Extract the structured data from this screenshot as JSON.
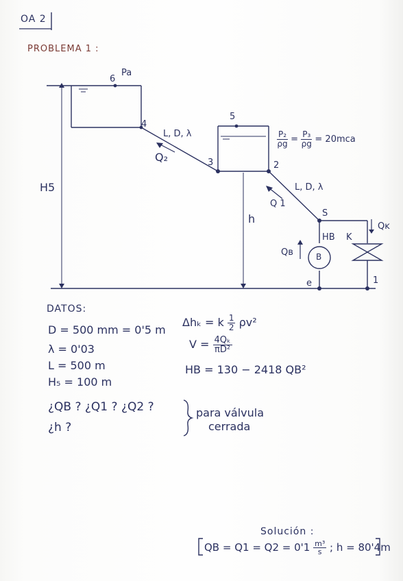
{
  "header": {
    "tag": "OA 2"
  },
  "problem": {
    "title": "PROBLEMA 1 :"
  },
  "diagram": {
    "node_labels": {
      "n6": "6",
      "pa": "Pa",
      "n4": "4",
      "n5": "5",
      "n3": "3",
      "n2": "2",
      "s": "S",
      "e": "e",
      "n1": "1",
      "pump": "B",
      "valve": "K"
    },
    "pipe_upper": "L, D, λ",
    "pipe_lower": "L, D, λ",
    "flow_q2": "Q₂",
    "flow_q1": "Q 1",
    "flow_qb": "Qʙ",
    "flow_qk": "Qᴋ",
    "height_h5": "H5",
    "height_h": "h",
    "pump_head": "HB",
    "pressure_eq": {
      "p2": "P₂",
      "p3": "P₃",
      "den": "ρg",
      "result": "= 20mca"
    }
  },
  "datos": {
    "title": "DATOS:",
    "d": "D = 500 mm = 0'5 m",
    "lambda": "λ = 0'03",
    "l": "L = 500 m",
    "h5": "H₅ = 100 m",
    "questions": "¿QB ? ¿Q1 ? ¿Q2 ?",
    "question_h": "¿h ?",
    "note_line1": "para válvula",
    "note_line2": "cerrada"
  },
  "formulas": {
    "dhk_left": "Δhₖ = k",
    "dhk_half_num": "1",
    "dhk_half_den": "2",
    "dhk_right": "ρv²",
    "v_left": "V =",
    "v_num": "4Qₖ",
    "v_den": "πD²",
    "hb": "HB = 130 − 2418 QB²"
  },
  "solution": {
    "title": "Solución :",
    "text": "QB = Q1 = Q2 = 0'1",
    "unit_num": "m³",
    "unit_den": "s",
    "h": "; h = 80'4m"
  }
}
